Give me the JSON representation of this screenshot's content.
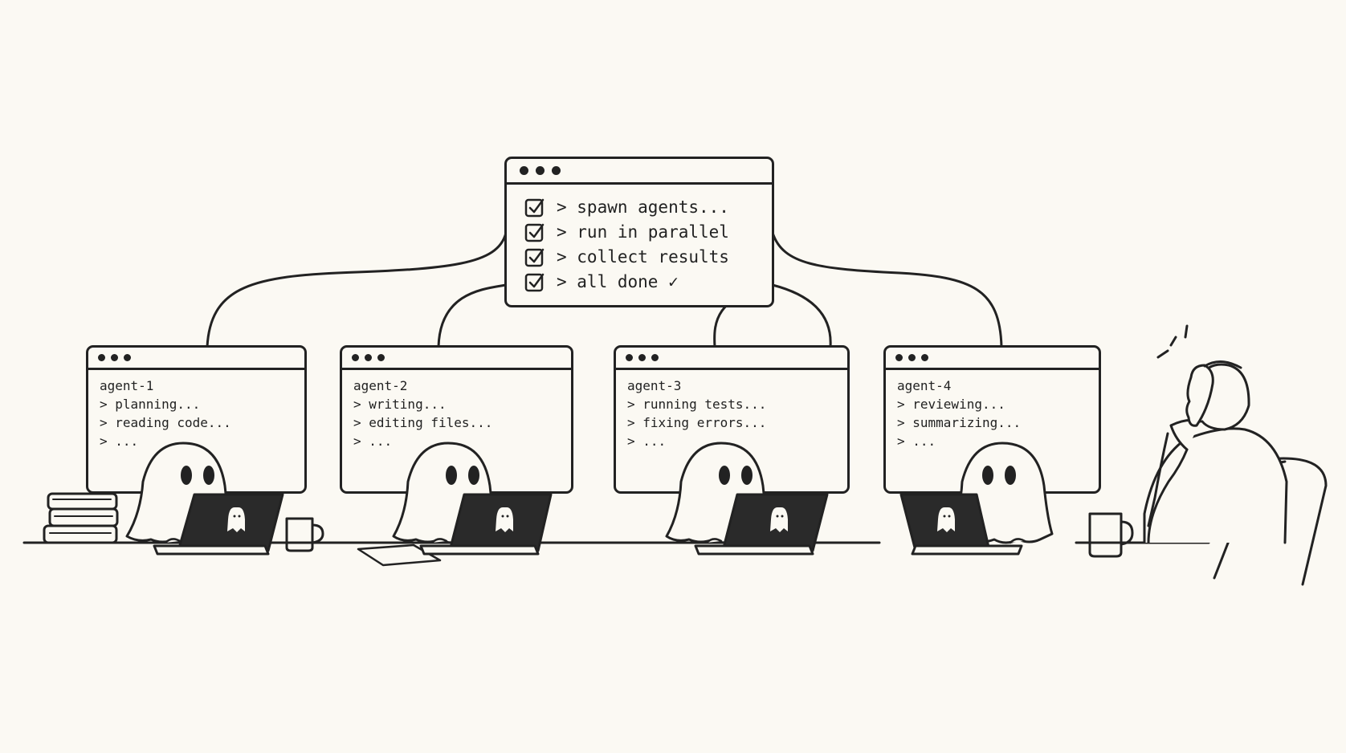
{
  "orchestrator": {
    "tasks": [
      {
        "label": "> spawn agents...",
        "checked": true
      },
      {
        "label": "> run in parallel",
        "checked": true
      },
      {
        "label": "> collect results",
        "checked": true
      },
      {
        "label": "> all done ✓",
        "checked": true
      }
    ]
  },
  "agents": [
    {
      "name": "agent-1",
      "lines": [
        "> planning...",
        "> reading code...",
        "> ..."
      ]
    },
    {
      "name": "agent-2",
      "lines": [
        "> writing...",
        "> editing files...",
        "> ..."
      ]
    },
    {
      "name": "agent-3",
      "lines": [
        "> running tests...",
        "> fixing errors...",
        "> ..."
      ]
    },
    {
      "name": "agent-4",
      "lines": [
        "> reviewing...",
        "> summarizing...",
        "> ..."
      ]
    }
  ],
  "colors": {
    "ink": "#222222",
    "paper": "#fbf9f3"
  },
  "icons": [
    "checkbox-checked-icon",
    "ghost-icon",
    "laptop-icon",
    "coffee-mug-icon",
    "book-stack-icon"
  ]
}
